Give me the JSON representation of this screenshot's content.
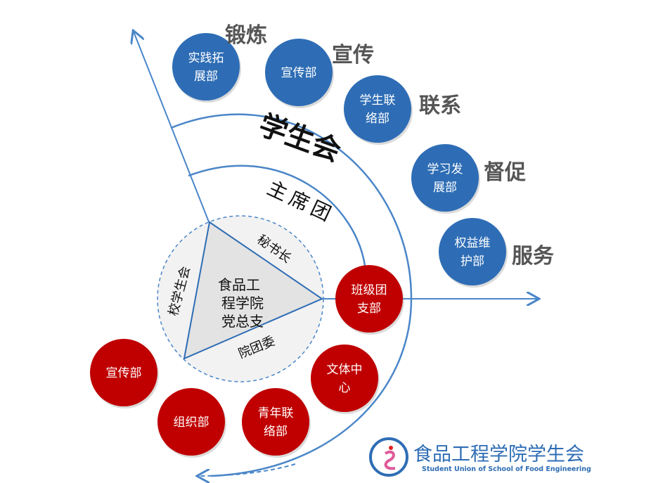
{
  "top_arc_label": "学生会",
  "middle_arc_label": "主席团",
  "triangle": {
    "center": [
      "食品工",
      "程学院",
      "党总支"
    ],
    "left": "校学生会",
    "right": "秘书长",
    "bottom": "院团委"
  },
  "blue_departments": [
    {
      "lines": [
        "实践拓",
        "展部"
      ],
      "verb": "锻炼"
    },
    {
      "lines": [
        "宣传部"
      ],
      "verb": "宣传"
    },
    {
      "lines": [
        "学生联",
        "络部"
      ],
      "verb": "联系"
    },
    {
      "lines": [
        "学习发",
        "展部"
      ],
      "verb": "督促"
    },
    {
      "lines": [
        "权益维",
        "护部"
      ],
      "verb": "服务"
    }
  ],
  "red_departments": [
    {
      "lines": [
        "班级团",
        "支部"
      ]
    },
    {
      "lines": [
        "文体中",
        "心"
      ]
    },
    {
      "lines": [
        "青年联",
        "络部"
      ]
    },
    {
      "lines": [
        "组织部"
      ]
    },
    {
      "lines": [
        "宣传部"
      ]
    }
  ],
  "logo": {
    "cn": "食品工程学院学生会",
    "en": "Student Union of School of Food Engineering"
  },
  "colors": {
    "blue": "#2e6db5",
    "red": "#c00000",
    "line": "#4a86c8"
  }
}
